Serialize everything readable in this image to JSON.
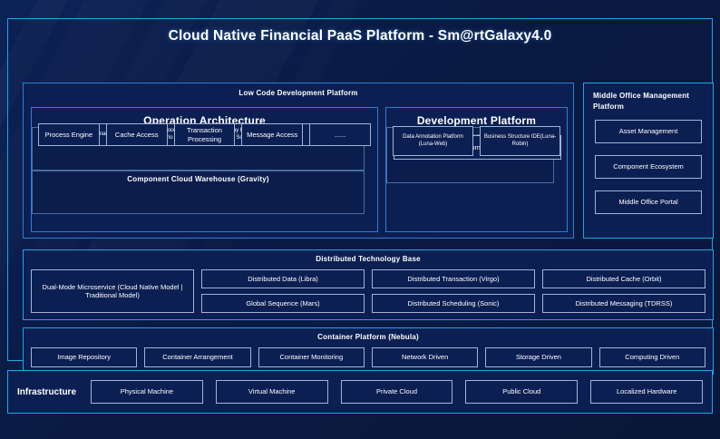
{
  "title": "Cloud Native Financial PaaS Platform - Sm@rtGalaxy4.0",
  "colors": {
    "page_background": "#0a1b48",
    "accent_border": "#1ba7e8",
    "panel_border": "#2d7fd4",
    "item_border": "#9bb6d8",
    "panel_fill": "#0c1f52",
    "text": "#ffffff"
  },
  "low_code": {
    "title": "Low Code Development Platform",
    "operation_architecture": {
      "title": "Operation Architecture",
      "typical_business_framework": {
        "title": "Typical Business Framework (Comet)",
        "items": [
          "Online Transaction Scenario",
          "Day Batch Processing Scenario",
          "End-of-Day Batch Processing Scenario",
          "Timed Task"
        ]
      },
      "component_cloud_warehouse": {
        "title": "Component Cloud Warehouse (Gravity)",
        "items": [
          "Process Engine",
          "Cache Access",
          "Transaction Processing",
          "Message Access",
          "......"
        ]
      }
    },
    "development_platform": {
      "title": "Development Platform",
      "front_end": "Front End Development Platform (Vela)",
      "back_end": {
        "title": "Back End Development Platform (Luna)",
        "items": [
          "Data Annotation Platform (Luna-Web)",
          "Business Structure IDE(Luna-Robin)"
        ]
      }
    }
  },
  "middle_office": {
    "title": "Middle Office Management Platform",
    "items": [
      "Asset Management",
      "Component Ecosystem",
      "Middle Office Portal"
    ]
  },
  "distributed_technology_base": {
    "title": "Distributed Technology Base",
    "wide_item": "Dual-Mode Microservice (Cloud Native Model | Traditional Model)",
    "columns": [
      {
        "top": "Distributed Data (Libra)",
        "bottom": "Global Sequence (Mars)"
      },
      {
        "top": "Distributed Transaction (Virgo)",
        "bottom": "Distributed Scheduling (Sonic)"
      },
      {
        "top": "Distributed Cache (Orbit)",
        "bottom": "Distributed Messaging (TDRSS)"
      }
    ]
  },
  "container_platform": {
    "title": "Container Platform (Nebula)",
    "items": [
      "Image Repository",
      "Container Arrangement",
      "Container Monitoring",
      "Network Driven",
      "Storage Driven",
      "Computing Driven"
    ]
  },
  "infrastructure": {
    "label": "Infrastructure",
    "items": [
      "Physical Machine",
      "Virtual Machine",
      "Private Cloud",
      "Public Cloud",
      "Localized Hardware"
    ]
  }
}
